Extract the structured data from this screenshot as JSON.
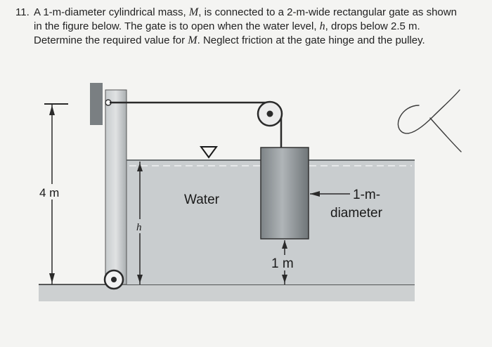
{
  "problem": {
    "number": "11.",
    "text_1": "A 1-m-diameter cylindrical mass, ",
    "var_M": "M",
    "text_2": ", is connected to a 2-m-wide rectangular gate as shown in the figure below. The gate is to open when the water level, ",
    "var_h": "h",
    "text_3": ", drops below 2.5 m. Determine the required value for ",
    "var_M2": "M",
    "text_4": ". Neglect friction at the gate hinge and the pulley."
  },
  "figure": {
    "label_4m": "4 m",
    "label_water": "Water",
    "label_h": "h",
    "label_1m_line1": "1-m-",
    "label_1m_line2": "diameter",
    "label_1m_bottom": "1 m",
    "handwritten_mark": "α",
    "colors": {
      "water": "#c9cdcf",
      "ground": "#d0d3d4",
      "gate": "#b8bcbe",
      "cylinder": "#9ea3a6",
      "line": "#2a2a2a"
    }
  }
}
